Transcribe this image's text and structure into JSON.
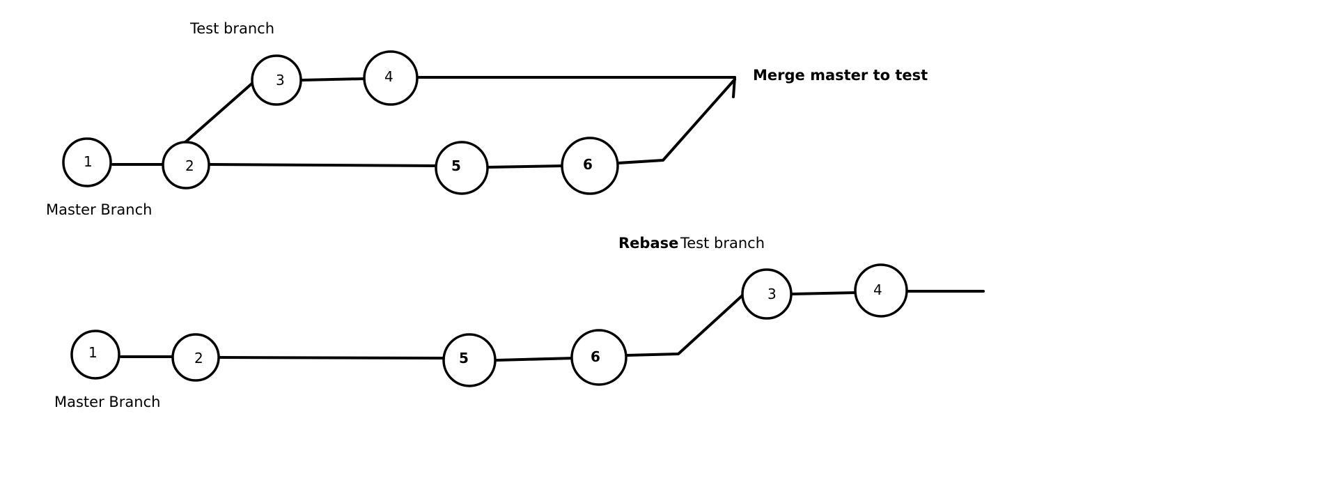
{
  "top_diagram": {
    "test_branch_label": "Test branch",
    "master_branch_label": "Master Branch",
    "merge_label": "Merge master to test",
    "nodes": {
      "n1": "1",
      "n2": "2",
      "n3": "3",
      "n4": "4",
      "n5": "5",
      "n6": "6"
    }
  },
  "bottom_diagram": {
    "rebase_label": "Rebase",
    "test_branch_label": "Test branch",
    "master_branch_label": "Master Branch",
    "nodes": {
      "n1": "1",
      "n2": "2",
      "n3": "3",
      "n4": "4",
      "n5": "5",
      "n6": "6"
    }
  }
}
